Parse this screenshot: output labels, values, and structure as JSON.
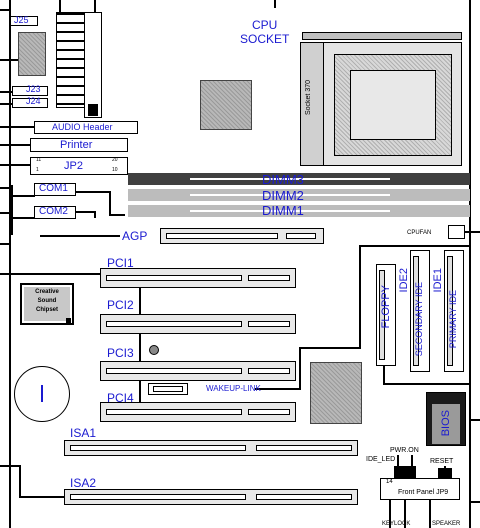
{
  "labels": {
    "j25": "J25",
    "j23": "J23",
    "j24": "J24",
    "cpu_socket": "CPU\nSOCKET",
    "socket370": "Socket 370",
    "audio_header": "AUDIO Header",
    "printer": "Printer",
    "jp2": "JP2",
    "jp2_pin11": "11",
    "jp2_pin20": "20",
    "jp2_pin1": "1",
    "jp2_pin10": "10",
    "com1": "COM1",
    "com2": "COM2",
    "dimm3": "DIMM3",
    "dimm2": "DIMM2",
    "dimm1": "DIMM1",
    "agp": "AGP",
    "cpufan": "CPUFAN",
    "pci1": "PCI1",
    "pci2": "PCI2",
    "pci3": "PCI3",
    "pci4": "PCI4",
    "creative": "Creative\nSound\nChipset",
    "floppy": "FLOPPY",
    "ide2": "IDE2",
    "secondary_ide": "SECONDARY IDE",
    "ide1": "IDE1",
    "primary_ide": "PRIMARY IDE",
    "wakeup": "WAKEUP-LINK",
    "bios": "BIOS",
    "isa1": "ISA1",
    "isa2": "ISA2",
    "pwr_on": "PWR.ON",
    "ide_led": "IDE_LED",
    "reset": "RESET",
    "pin14": "14",
    "front_panel": "Front Panel  JP9",
    "keylock": "KEYLOCK",
    "speaker": "SPEAKER"
  }
}
